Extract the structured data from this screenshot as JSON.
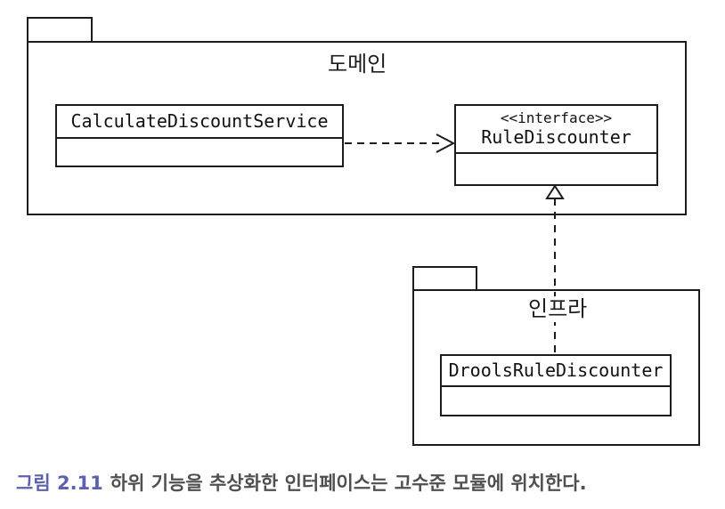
{
  "diagram": {
    "packages": {
      "domain": {
        "title": "도메인"
      },
      "infra": {
        "title": "인프라"
      }
    },
    "classes": {
      "calculate_discount_service": {
        "name": "CalculateDiscountService"
      },
      "rule_discounter": {
        "stereotype": "<<interface>>",
        "name": "RuleDiscounter"
      },
      "drools_rule_discounter": {
        "name": "DroolsRuleDiscounter"
      }
    },
    "relations": [
      {
        "type": "dependency-dashed-arrow",
        "from": "CalculateDiscountService",
        "to": "RuleDiscounter"
      },
      {
        "type": "realization-dashed-hollow-triangle",
        "from": "DroolsRuleDiscounter",
        "to": "RuleDiscounter"
      }
    ]
  },
  "caption": {
    "label": "그림 2.11",
    "text": "하위 기능을 추상화한 인터페이스는 고수준 모듈에 위치한다."
  },
  "colors": {
    "line": "#1c1c1c",
    "background": "#ffffff",
    "caption_label": "#5c61ae",
    "caption_text": "#4f4f4f"
  }
}
